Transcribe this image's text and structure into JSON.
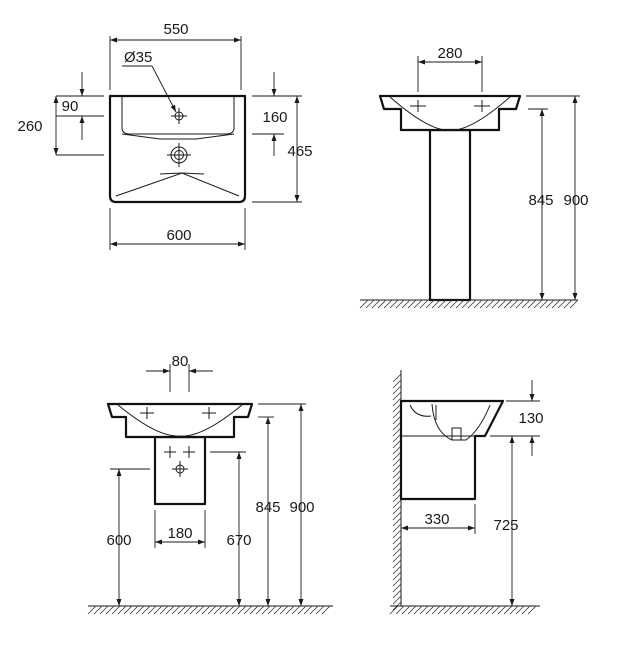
{
  "views": {
    "top_view": {
      "width_top": "550",
      "hole_diameter": "Ø35",
      "offset_90": "90",
      "offset_260": "260",
      "depth_160": "160",
      "depth_465": "465",
      "width_bottom": "600"
    },
    "pedestal_view": {
      "tap_spacing": "280",
      "height_845": "845",
      "height_900": "900"
    },
    "semi_pedestal_view": {
      "center_80": "80",
      "height_600": "600",
      "width_180": "180",
      "height_670": "670",
      "height_845": "845",
      "height_900": "900"
    },
    "side_view": {
      "depth_130": "130",
      "projection_330": "330",
      "height_725": "725"
    }
  }
}
